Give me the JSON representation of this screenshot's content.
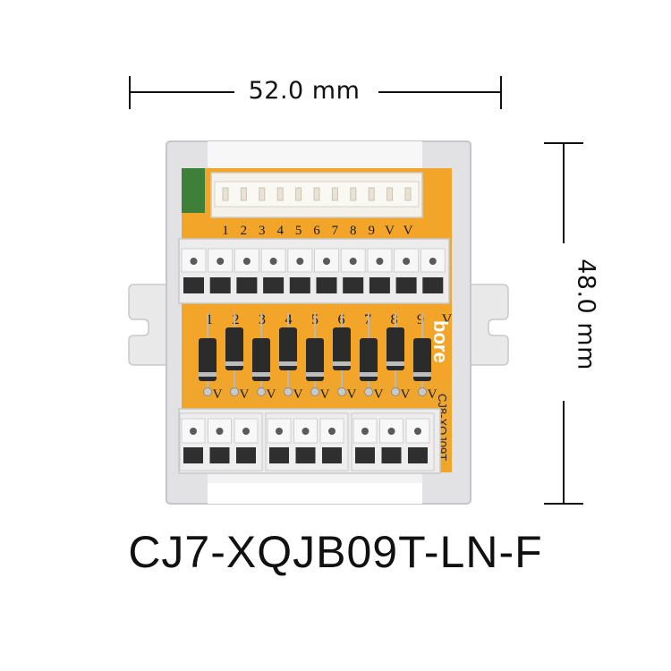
{
  "dimensions": {
    "width_label": "52.0 mm",
    "height_label": "48.0 mm"
  },
  "model_name": "CJ7-XQJB09T-LN-F",
  "board": {
    "brand": "bore",
    "part_code": "CJ8-XQJ09T",
    "connector_pins": [
      "1",
      "2",
      "3",
      "4",
      "5",
      "6",
      "7",
      "8",
      "9",
      "V",
      "V"
    ],
    "diode_labels": [
      "1",
      "2",
      "3",
      "4",
      "5",
      "6",
      "7",
      "8",
      "9",
      "V"
    ],
    "bottom_v_label": "V",
    "colors": {
      "pcb": "#f3a52a",
      "housing": "#e6e6e6",
      "terminal_block": "#efefef",
      "diode_body": "#2b2b2b"
    }
  }
}
